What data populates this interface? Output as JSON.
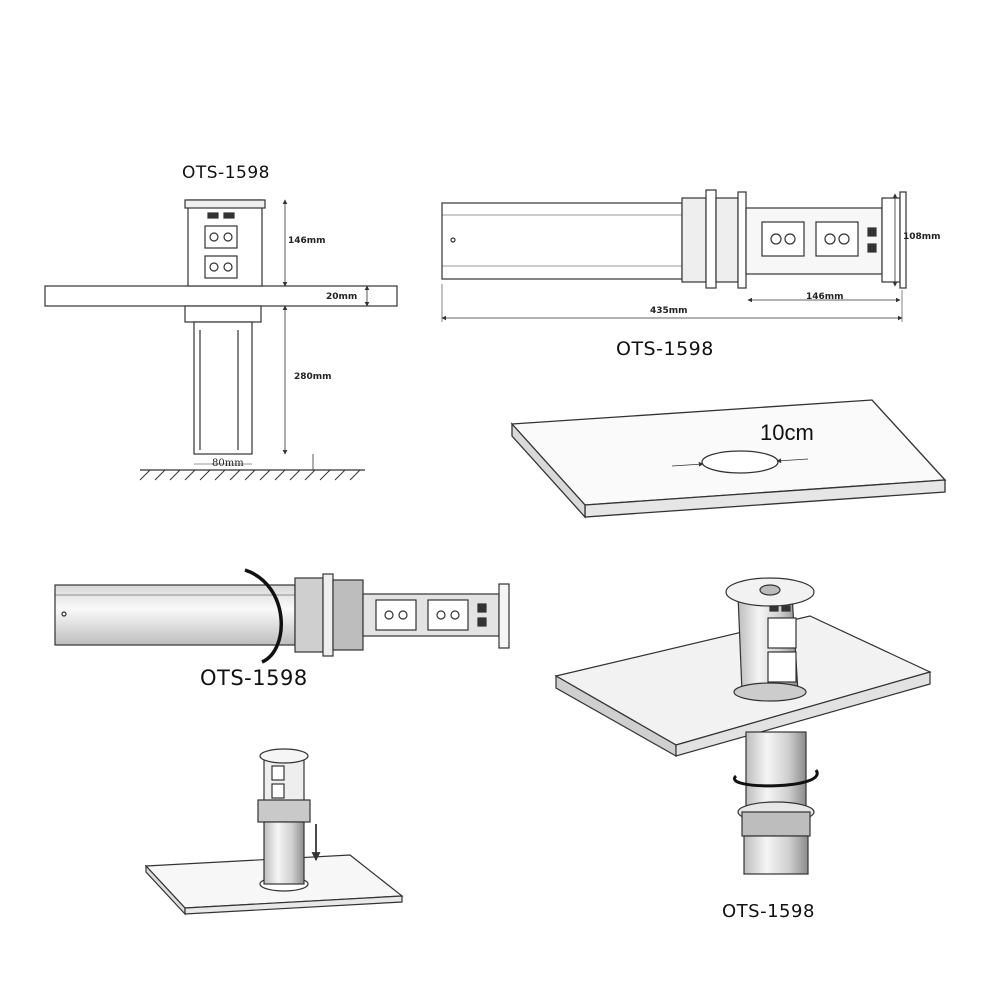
{
  "model": "OTS-1598",
  "labels": {
    "top_left_model": "OTS-1598",
    "top_right_model": "OTS-1598",
    "middle_left_model": "OTS-1598",
    "bottom_right_model": "OTS-1598"
  },
  "dimensions": {
    "height_above": "146mm",
    "desk_thickness": "20mm",
    "height_below": "280mm",
    "diameter": "80mm",
    "total_length": "435mm",
    "head_length": "146mm",
    "head_height": "108mm",
    "hole_size": "10cm"
  },
  "colors": {
    "line": "#333333",
    "fill_light": "#f2f2f2",
    "fill_mid": "#d9d9d9",
    "fill_dark": "#6b6b6b",
    "accent_black": "#111111"
  },
  "icons": [
    "universal-socket-icon",
    "usb-port-icon",
    "rotation-arrow-icon",
    "down-arrow-icon",
    "dimension-arrow-icon"
  ]
}
